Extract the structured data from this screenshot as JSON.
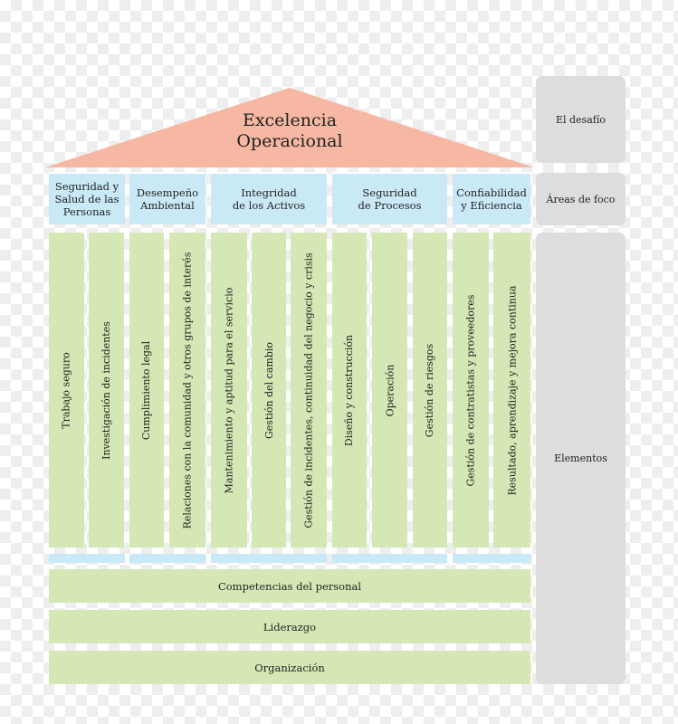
{
  "roof": {
    "title": "Excelencia\nOperacional",
    "color": "#f6b8a3"
  },
  "focus_areas": [
    {
      "label": "Seguridad y\nSalud de las\nPersonas"
    },
    {
      "label": "Desempeño\nAmbiental"
    },
    {
      "label": "Integridad\nde los Activos"
    },
    {
      "label": "Seguridad\nde Procesos"
    },
    {
      "label": "Confiabilidad\ny Eficiencia"
    }
  ],
  "elements": [
    {
      "label": "Trabajo seguro"
    },
    {
      "label": "Investigación de incidentes"
    },
    {
      "label": "Cumplimiento legal"
    },
    {
      "label": "Relaciones con la comunidad y otros grupos de interés"
    },
    {
      "label": "Mantenimiento y aptitud para el servicio"
    },
    {
      "label": "Gestión del cambio"
    },
    {
      "label": "Gestión de incidentes, continuidad del negocio y crisis"
    },
    {
      "label": "Diseño y construcción"
    },
    {
      "label": "Operación"
    },
    {
      "label": "Gestión de riesgos"
    },
    {
      "label": "Gestión de contratistas y proveedores"
    },
    {
      "label": "Resultado, aprendizaje y mejora continua"
    }
  ],
  "foundation": [
    {
      "label": "Competencias del personal"
    },
    {
      "label": "Liderazgo"
    },
    {
      "label": "Organización"
    }
  ],
  "side_labels": {
    "challenge": "El desafío",
    "focus": "Áreas de foco",
    "elements": "Elementos"
  },
  "colors": {
    "roof": "#f6b8a3",
    "focus_area": "#c9e9f7",
    "element": "#d5e7b4",
    "side_panel": "#dddddd"
  }
}
